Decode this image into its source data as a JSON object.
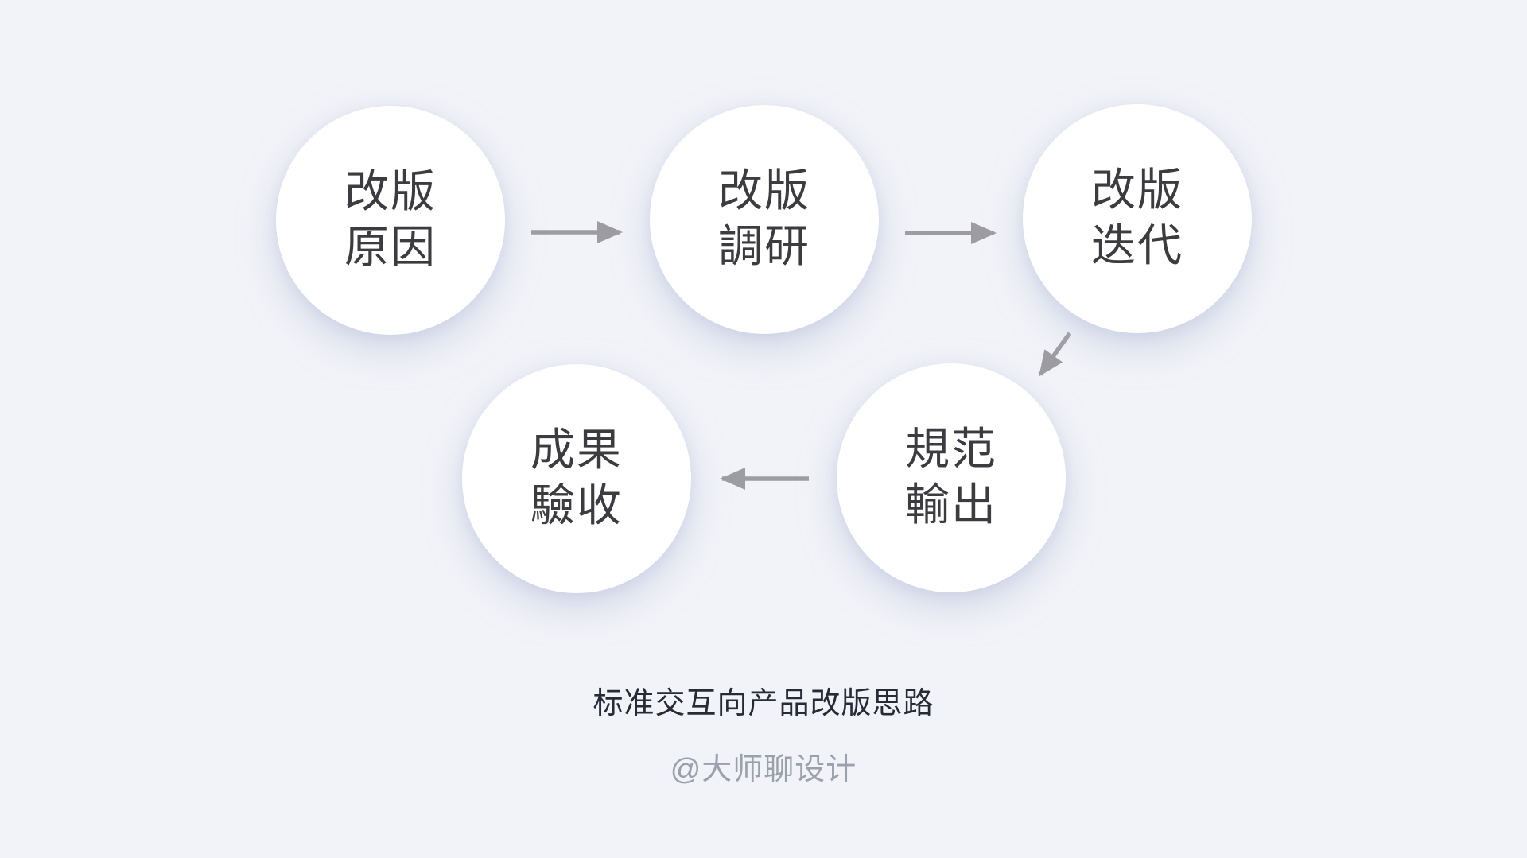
{
  "diagram": {
    "nodes": [
      {
        "id": "revision-reason",
        "lines": [
          "改版",
          "原因"
        ]
      },
      {
        "id": "revision-research",
        "lines": [
          "改版",
          "調研"
        ]
      },
      {
        "id": "revision-iteration",
        "lines": [
          "改版",
          "迭代"
        ]
      },
      {
        "id": "spec-output",
        "lines": [
          "規范",
          "輸出"
        ]
      },
      {
        "id": "result-acceptance",
        "lines": [
          "成果",
          "驗收"
        ]
      }
    ],
    "flow": [
      "revision-reason -> revision-research",
      "revision-research -> revision-iteration",
      "revision-iteration -> spec-output",
      "spec-output -> result-acceptance"
    ]
  },
  "footer": {
    "title": "标准交互向产品改版思路",
    "credit": "@大师聊设计"
  },
  "colors": {
    "background": "#f2f3f8",
    "circle": "#ffffff",
    "node_text": "#3c3c40",
    "arrow": "#9d9da1",
    "title": "#262b36",
    "credit": "#9ba1ac"
  }
}
